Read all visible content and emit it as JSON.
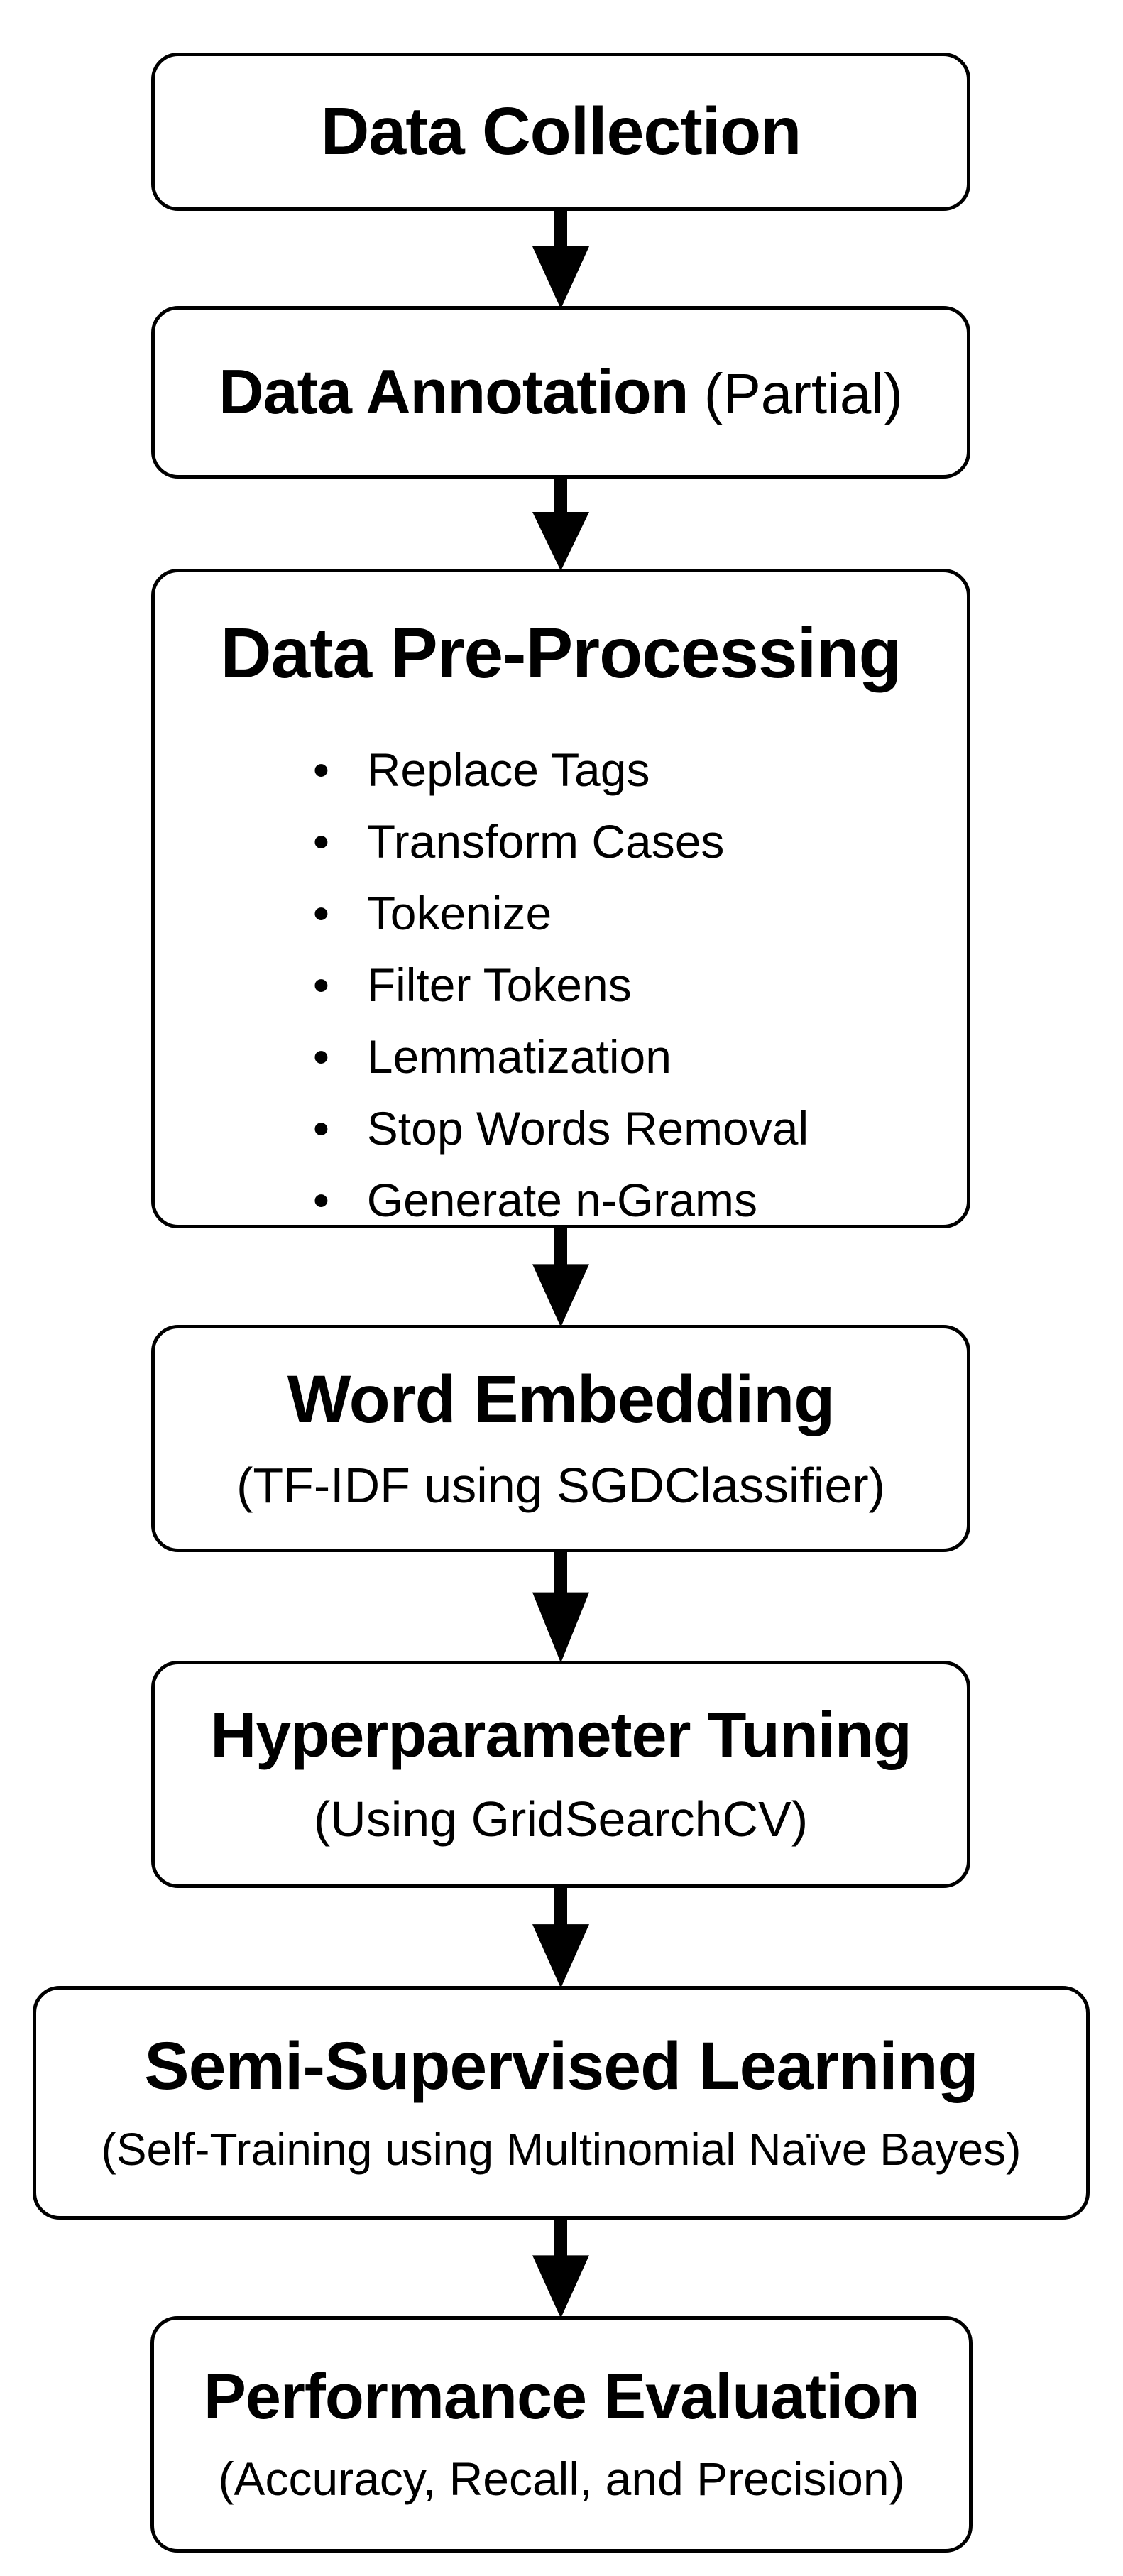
{
  "colors": {
    "canvas-bg": "#ffffff",
    "node-fill": "#ffffff",
    "node-border": "#000000",
    "text": "#000000",
    "arrow": "#000000"
  },
  "nodes": [
    {
      "title": "Data Collection"
    },
    {
      "title": "Data Annotation",
      "title_suffix": "(Partial)"
    },
    {
      "title": "Data Pre-Processing",
      "bullets": [
        "Replace Tags",
        "Transform Cases",
        "Tokenize",
        "Filter Tokens",
        "Lemmatization",
        "Stop Words Removal",
        "Generate n-Grams"
      ]
    },
    {
      "title": "Word Embedding",
      "subtitle": "(TF-IDF using SGDClassifier)"
    },
    {
      "title": "Hyperparameter Tuning",
      "subtitle": "(Using GridSearchCV)"
    },
    {
      "title": "Semi-Supervised Learning",
      "subtitle": "(Self-Training using Multinomial Naïve Bayes)"
    },
    {
      "title": "Performance Evaluation",
      "subtitle": "(Accuracy, Recall, and Precision)"
    }
  ]
}
